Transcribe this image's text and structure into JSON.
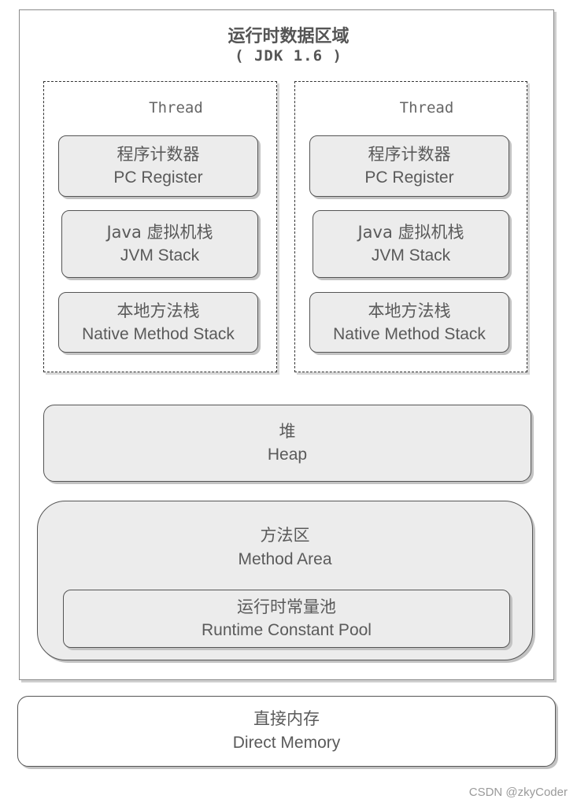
{
  "title": {
    "main": "运行时数据区域",
    "sub": "( JDK 1.6 )"
  },
  "threads": [
    {
      "label": "Thread",
      "pc_register": {
        "zh": "程序计数器",
        "en": "PC Register"
      },
      "jvm_stack": {
        "zh": "Java 虚拟机栈",
        "en": "JVM Stack"
      },
      "native_stack": {
        "zh": "本地方法栈",
        "en": "Native Method Stack"
      }
    },
    {
      "label": "Thread",
      "pc_register": {
        "zh": "程序计数器",
        "en": "PC Register"
      },
      "jvm_stack": {
        "zh": "Java 虚拟机栈",
        "en": "JVM Stack"
      },
      "native_stack": {
        "zh": "本地方法栈",
        "en": "Native Method Stack"
      }
    }
  ],
  "heap": {
    "zh": "堆",
    "en": "Heap"
  },
  "method_area": {
    "zh": "方法区",
    "en": "Method Area",
    "constant_pool": {
      "zh": "运行时常量池",
      "en": "Runtime Constant Pool"
    }
  },
  "direct_memory": {
    "zh": "直接内存",
    "en": "Direct Memory"
  },
  "watermark": "CSDN @zkyCoder"
}
